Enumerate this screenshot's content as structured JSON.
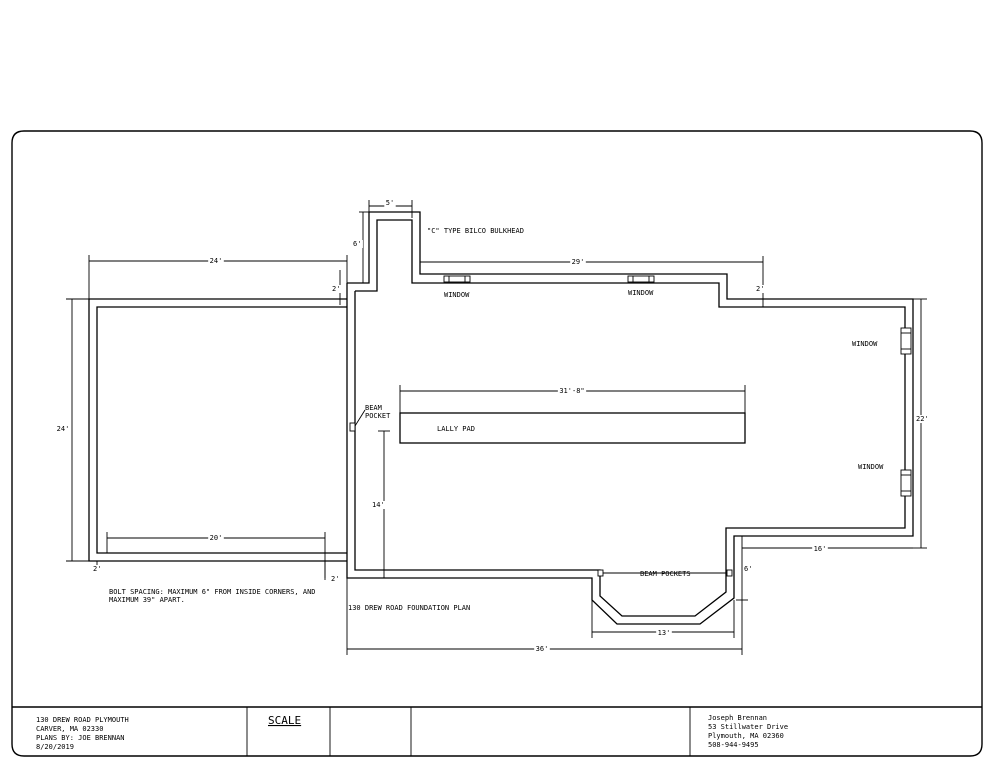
{
  "labels": {
    "bulkhead": "\"C\" TYPE BILCO BULKHEAD",
    "window_top_left": "WINDOW",
    "window_top_right": "WINDOW",
    "window_right_upper": "WINDOW",
    "window_right_lower": "WINDOW",
    "beam_pocket_line1": "BEAM",
    "beam_pocket_line2": "POCKET",
    "beam_pockets": "BEAM POCKETS",
    "lally_pad": "LALLY PAD",
    "plan_title": "130 DREW ROAD FOUNDATION PLAN",
    "bolt_note_line1": "BOLT SPACING: MAXIMUM 6\" FROM INSIDE CORNERS, AND",
    "bolt_note_line2": "MAXIMUM 39\" APART."
  },
  "dimensions": {
    "bulkhead_width": "5'",
    "bulkhead_depth": "6'",
    "left_width": "24'",
    "left_depth": "24'",
    "left_offset": "2'",
    "main_width": "29'",
    "main_offset": "2'",
    "right_depth": "22'",
    "beam_length": "31'-8\"",
    "beam_pocket_depth": "14'",
    "left_inner_width": "20'",
    "bottom_left_offset_a": "2'",
    "bottom_left_offset_b": "2'",
    "bay_offset": "6'",
    "right_lower_width": "16'",
    "bay_width": "13'",
    "overall_width": "36'"
  },
  "title_block": {
    "project_line1": "130 DREW ROAD PLYMOUTH",
    "project_line2": "CARVER, MA 02330",
    "project_line3": "PLANS BY: JOE BRENNAN",
    "project_line4": "8/20/2019",
    "scale_label": "SCALE",
    "owner_line1": "Joseph Brennan",
    "owner_line2": "53 Stillwater Drive",
    "owner_line3": "Plymouth, MA 02360",
    "owner_line4": "508-944-9495"
  }
}
